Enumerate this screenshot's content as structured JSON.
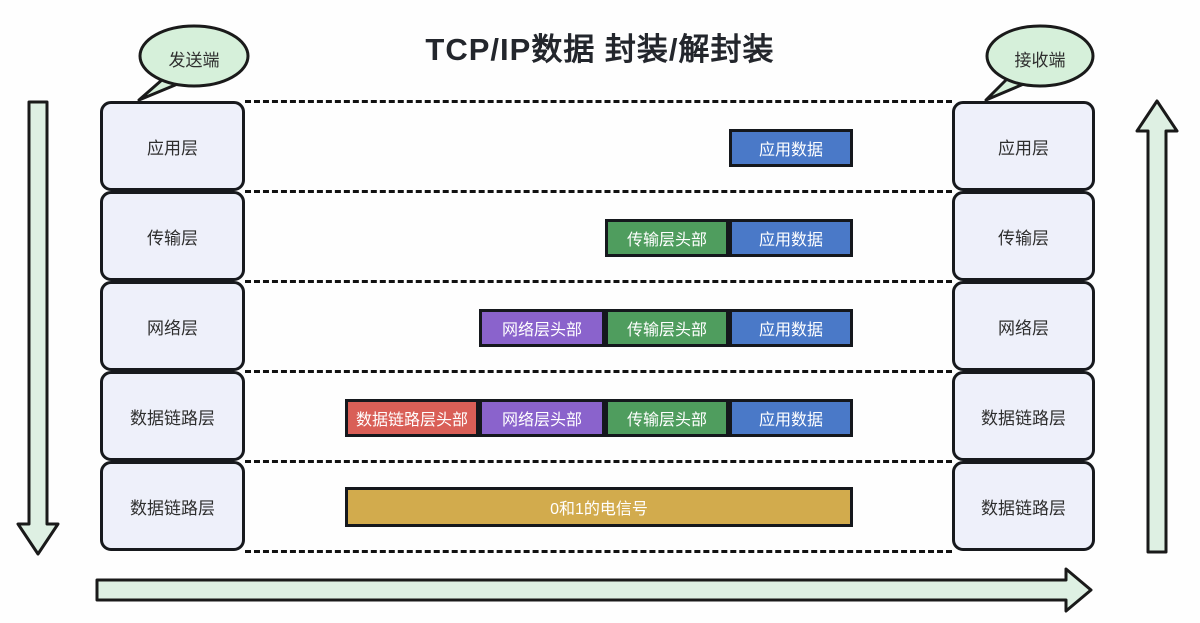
{
  "title": "TCP/IP数据 封装/解封装",
  "bubbles": {
    "sender": "发送端",
    "receiver": "接收端"
  },
  "columns": {
    "left": [
      "应用层",
      "传输层",
      "网络层",
      "数据链路层",
      "数据链路层"
    ],
    "right": [
      "应用层",
      "传输层",
      "网络层",
      "数据链路层",
      "数据链路层"
    ]
  },
  "encapsulation_rows": [
    {
      "segments": [
        {
          "label": "应用数据",
          "type": "app-data"
        }
      ]
    },
    {
      "segments": [
        {
          "label": "传输层头部",
          "type": "transport-header"
        },
        {
          "label": "应用数据",
          "type": "app-data"
        }
      ]
    },
    {
      "segments": [
        {
          "label": "网络层头部",
          "type": "network-header"
        },
        {
          "label": "传输层头部",
          "type": "transport-header"
        },
        {
          "label": "应用数据",
          "type": "app-data"
        }
      ]
    },
    {
      "segments": [
        {
          "label": "数据链路层头部",
          "type": "datalink-header"
        },
        {
          "label": "网络层头部",
          "type": "network-header"
        },
        {
          "label": "传输层头部",
          "type": "transport-header"
        },
        {
          "label": "应用数据",
          "type": "app-data"
        }
      ]
    },
    {
      "segments": [
        {
          "label": "0和1的电信号",
          "type": "electrical-signal"
        }
      ]
    }
  ],
  "colors": {
    "app_data": "#4a79c8",
    "transport_header": "#4f9d5e",
    "network_header": "#8a63cc",
    "datalink_header": "#d95f57",
    "signal": "#d2ab4d",
    "layer_box_fill": "#eef0fa",
    "bubble_fill": "#d6f0da",
    "arrow_fill": "#def0e3",
    "outline": "#1a1a1a"
  }
}
